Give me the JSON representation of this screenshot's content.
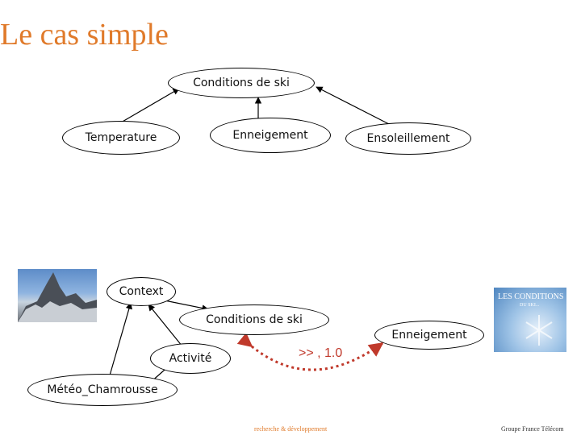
{
  "title": "Le cas simple",
  "nodes": {
    "conditions_top": "Conditions de ski",
    "temperature": "Temperature",
    "enneigement_top": "Enneigement",
    "ensoleillement": "Ensoleillement",
    "context": "Context",
    "conditions_bottom": "Conditions de ski",
    "enneigement_bottom": "Enneigement",
    "activite": "Activité",
    "meteo": "Météo_Chamrousse"
  },
  "link_label": ">> , 1.0",
  "images": {
    "snow_caption": "LES CONDITIONS",
    "snow_subcaption": "DU SKI..."
  },
  "footer": {
    "center": "recherche & développement",
    "right": "Groupe France Télécom"
  },
  "colors": {
    "title": "#e07a2a",
    "link": "#c0392b"
  }
}
